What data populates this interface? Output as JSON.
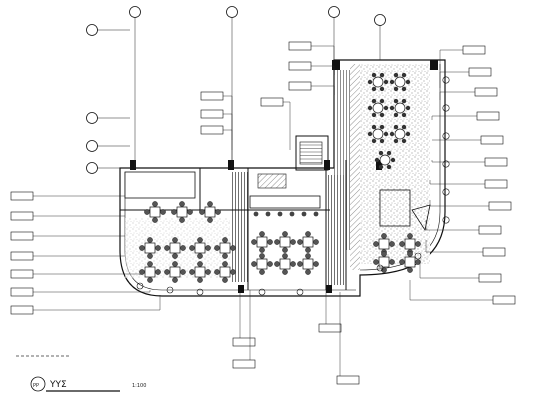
{
  "drawing": {
    "title": "ΥΥΣ",
    "scale": "1:100",
    "north_symbol": "PP"
  },
  "grid_markers": [
    {
      "label": ""
    },
    {
      "label": ""
    },
    {
      "label": ""
    },
    {
      "label": ""
    },
    {
      "label": ""
    },
    {
      "label": ""
    },
    {
      "label": ""
    },
    {
      "label": ""
    }
  ],
  "callout_tags": [
    {
      "label": ""
    },
    {
      "label": ""
    },
    {
      "label": ""
    },
    {
      "label": ""
    },
    {
      "label": ""
    },
    {
      "label": ""
    },
    {
      "label": ""
    },
    {
      "label": ""
    },
    {
      "label": ""
    },
    {
      "label": ""
    },
    {
      "label": ""
    },
    {
      "label": ""
    },
    {
      "label": ""
    },
    {
      "label": ""
    },
    {
      "label": ""
    },
    {
      "label": ""
    },
    {
      "label": ""
    },
    {
      "label": ""
    },
    {
      "label": ""
    },
    {
      "label": ""
    },
    {
      "label": ""
    },
    {
      "label": ""
    },
    {
      "label": ""
    },
    {
      "label": ""
    },
    {
      "label": ""
    },
    {
      "label": ""
    },
    {
      "label": ""
    },
    {
      "label": ""
    },
    {
      "label": ""
    },
    {
      "label": ""
    }
  ],
  "annotations": {
    "side_note": ""
  }
}
